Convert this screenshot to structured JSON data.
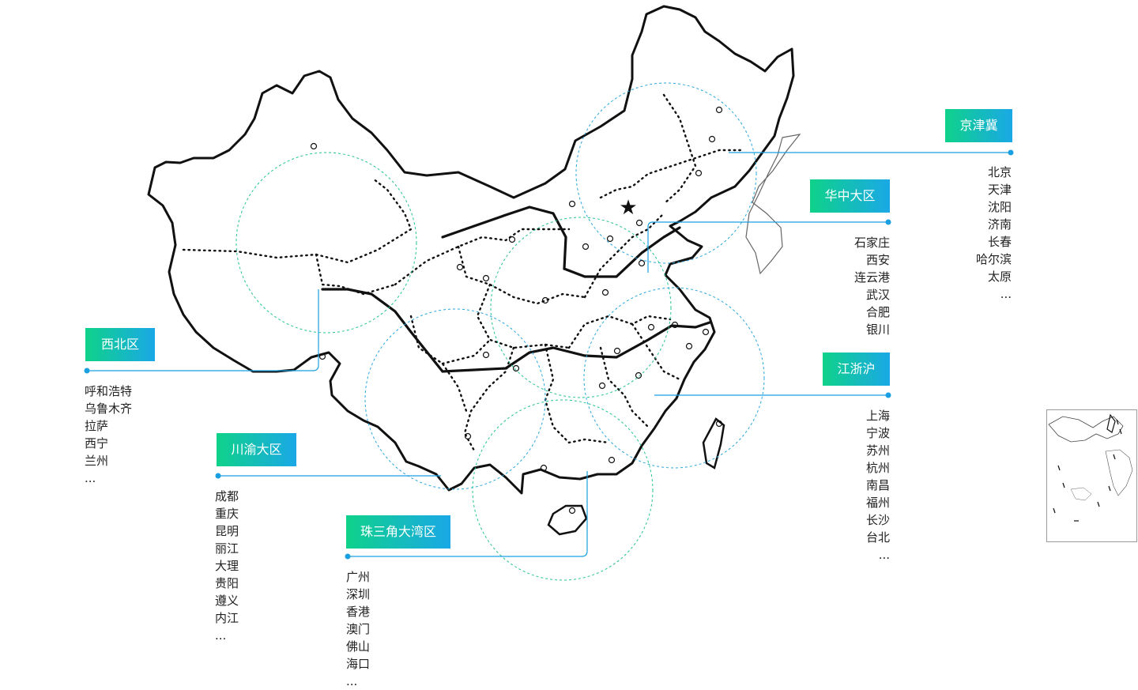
{
  "regions": [
    {
      "id": "jingjinji",
      "name": "京津冀",
      "cities": [
        "北京",
        "天津",
        "沈阳",
        "济南",
        "长春",
        "哈尔滨",
        "太原",
        "..."
      ]
    },
    {
      "id": "huazhong",
      "name": "华中大区",
      "cities": [
        "石家庄",
        "西安",
        "连云港",
        "武汉",
        "合肥",
        "银川"
      ]
    },
    {
      "id": "jiangzhehu",
      "name": "江浙沪",
      "cities": [
        "上海",
        "宁波",
        "苏州",
        "杭州",
        "南昌",
        "福州",
        "长沙",
        "台北",
        "..."
      ]
    },
    {
      "id": "xibei",
      "name": "西北区",
      "cities": [
        "呼和浩特",
        "乌鲁木齐",
        "拉萨",
        "西宁",
        "兰州",
        "..."
      ]
    },
    {
      "id": "chuanyu",
      "name": "川渝大区",
      "cities": [
        "成都",
        "重庆",
        "昆明",
        "丽江",
        "大理",
        "贵阳",
        "遵义",
        "内江",
        "..."
      ]
    },
    {
      "id": "zhusanjiao",
      "name": "珠三角大湾区",
      "cities": [
        "广州",
        "深圳",
        "香港",
        "澳门",
        "佛山",
        "海口",
        "..."
      ]
    }
  ],
  "colors": {
    "badge_start": "#0fd28a",
    "badge_end": "#1aa8e6",
    "connector_line": "#1a9fe0",
    "circle_blue": "#2aa7dd",
    "circle_green": "#22c58f",
    "map_outline": "#111111"
  }
}
